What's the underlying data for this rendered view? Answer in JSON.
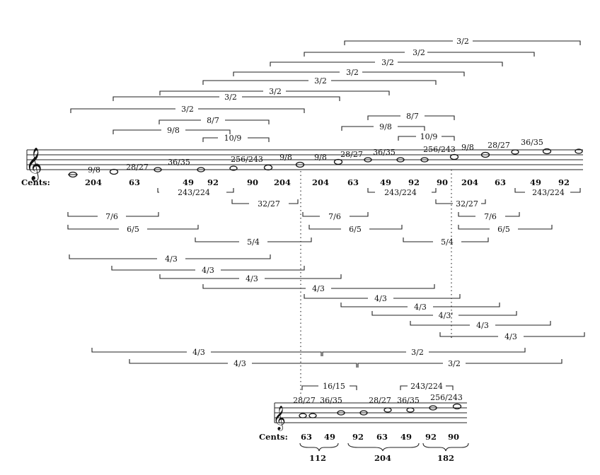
{
  "top_brackets": [
    "3/2",
    "3/2",
    "3/2",
    "3/2",
    "3/2",
    "3/2",
    "3/2",
    "3/2"
  ],
  "top_inner_left": [
    "8/7",
    "9/8",
    "10/9"
  ],
  "top_inner_right": [
    "8/7",
    "9/8",
    "10/9"
  ],
  "staff1_ratios": [
    "9/8",
    "28/27",
    "36/35",
    "256/243",
    "9/8",
    "9/8",
    "28/27",
    "36/35",
    "256/243",
    "9/8",
    "28/27",
    "36/35"
  ],
  "cents_label": "Cents:",
  "cents1": [
    "204",
    "63",
    "49",
    "92",
    "90",
    "204",
    "204",
    "63",
    "49",
    "92",
    "90",
    "204",
    "63",
    "49",
    "92"
  ],
  "lower_small": [
    "243/224",
    "32/27",
    "243/224",
    "32/27",
    "243/224"
  ],
  "left_group": [
    "7/6",
    "6/5",
    "5/4"
  ],
  "right_group_a": [
    "7/6",
    "6/5"
  ],
  "right_group_b": [
    "7/6",
    "6/5",
    "5/4"
  ],
  "fourths": [
    "4/3",
    "4/3",
    "4/3",
    "4/3",
    "4/3",
    "4/3",
    "4/3'",
    "4/3",
    "4/3"
  ],
  "bottom_long": [
    "4/3",
    "3/2",
    "4/3",
    "3/2"
  ],
  "bottom_small": [
    "16/15",
    "243/224"
  ],
  "staff2_ratios": [
    "28/27",
    "36/35",
    "28/27",
    "36/35",
    "256/243"
  ],
  "cents2": [
    "63",
    "49",
    "92",
    "63",
    "49",
    "92",
    "90"
  ],
  "sums": [
    "112",
    "204",
    "182"
  ]
}
